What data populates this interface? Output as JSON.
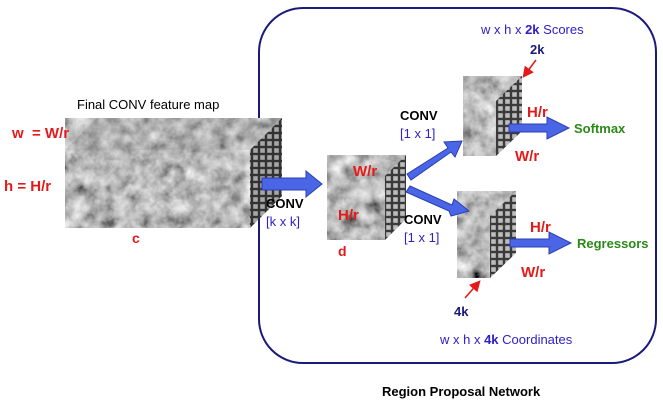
{
  "title": "Region Proposal Network",
  "input": {
    "caption": "Final CONV feature map",
    "w_label": "w  = W/r",
    "h_label": "h = H/r",
    "channels": "c"
  },
  "conv_main": {
    "label": "CONV",
    "kernel": "[k x k]"
  },
  "mid": {
    "w_label": "W/r",
    "h_label": "H/r",
    "channels": "d"
  },
  "conv_top": {
    "label": "CONV",
    "kernel": "[1 x 1]"
  },
  "conv_bottom": {
    "label": "CONV",
    "kernel": "[1 x 1]"
  },
  "scores_branch": {
    "title_prefix": "w x h x ",
    "title_bold": "2k",
    "title_suffix": " Scores",
    "depth": "2k",
    "h_label": "H/r",
    "w_label": "W/r",
    "output": "Softmax"
  },
  "coords_branch": {
    "title_prefix": "w x h x ",
    "title_bold": "4k",
    "title_suffix": " Coordinates",
    "depth": "4k",
    "h_label": "H/r",
    "w_label": "W/r",
    "output": "Regressors"
  },
  "colors": {
    "red": "#e41a1a",
    "blue_text": "#3020c8",
    "green_text": "#2a8a18",
    "navy": "#1a1a7a",
    "arrow_blue": "#4a66e6"
  }
}
